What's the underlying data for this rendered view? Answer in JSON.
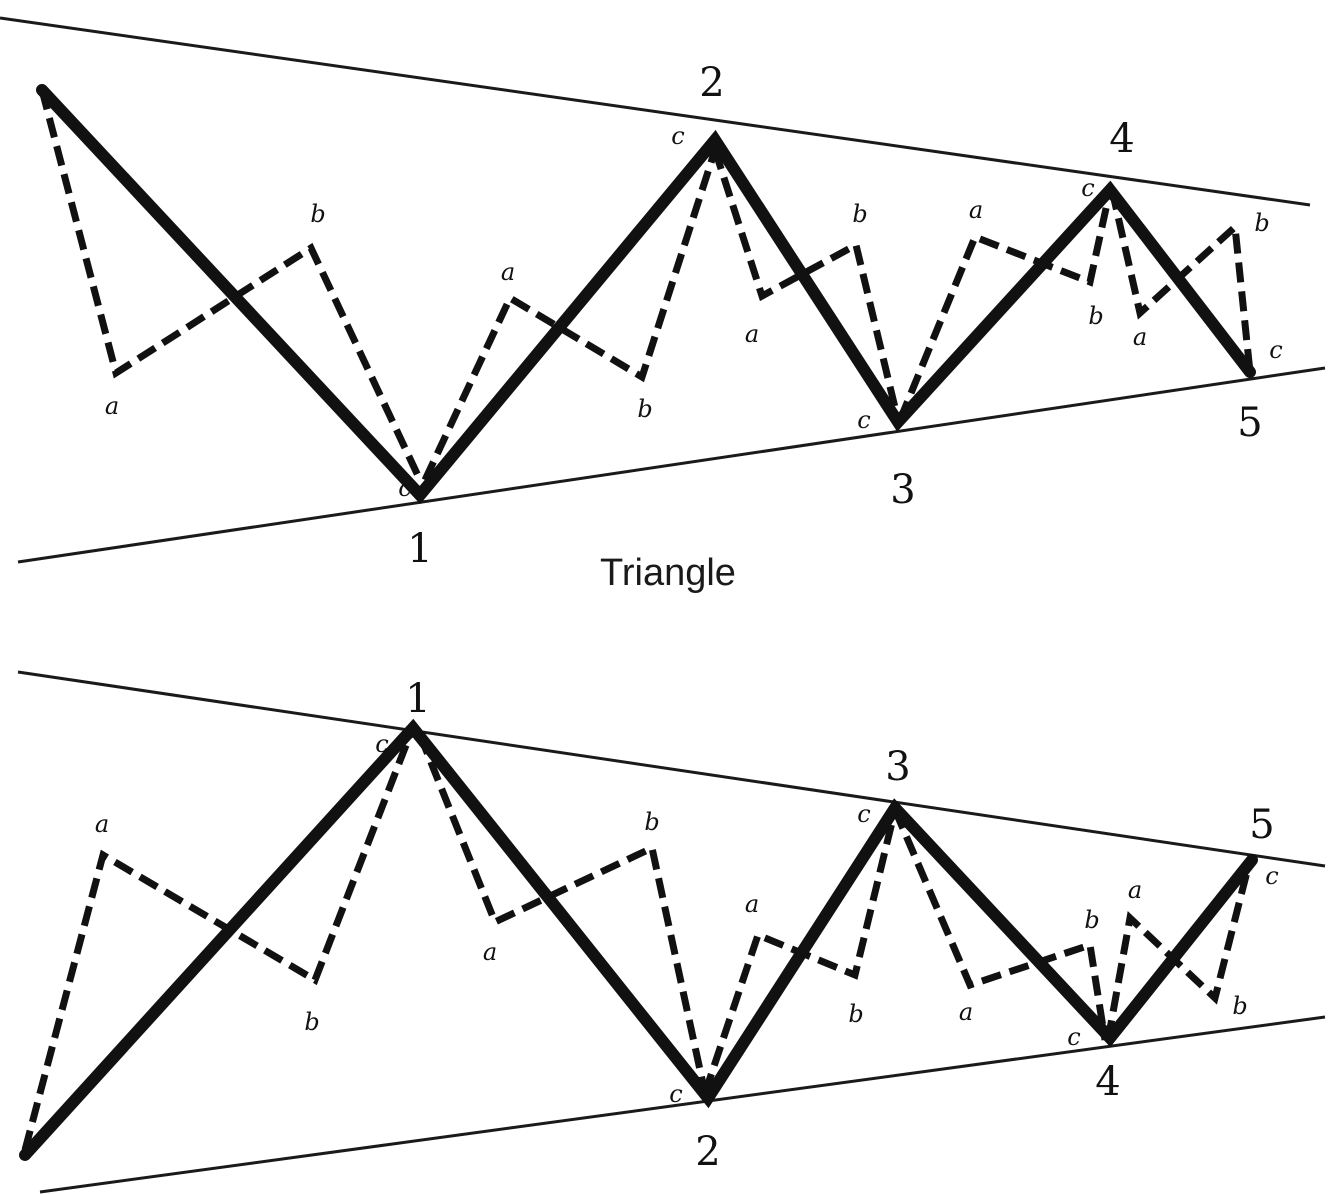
{
  "caption": "Triangle",
  "top_wave": {
    "wave_labels": [
      "1",
      "2",
      "3",
      "4",
      "5"
    ],
    "sub_labels": [
      "a",
      "b",
      "c",
      "a",
      "b",
      "c",
      "a",
      "b",
      "c",
      "a",
      "b",
      "c",
      "a",
      "b",
      "c"
    ]
  },
  "bottom_wave": {
    "wave_labels": [
      "1",
      "2",
      "3",
      "4",
      "5"
    ],
    "sub_labels": [
      "a",
      "b",
      "c",
      "a",
      "b",
      "c",
      "a",
      "b",
      "c",
      "a",
      "b",
      "c",
      "a",
      "b",
      "c"
    ]
  },
  "colors": {
    "line": "#111111",
    "background": "#ffffff"
  }
}
